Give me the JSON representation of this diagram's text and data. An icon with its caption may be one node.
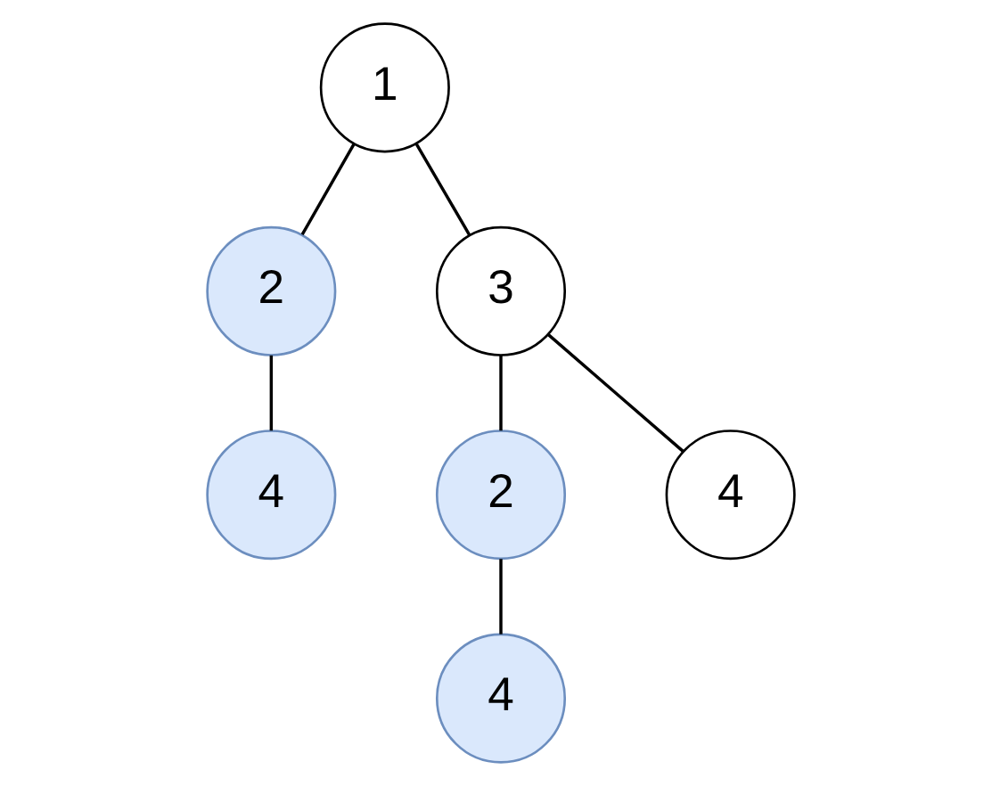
{
  "diagram": {
    "nodes": [
      {
        "text": [
          "1"
        ]
      },
      {
        "text": [
          "2"
        ]
      },
      {
        "text": [
          "3"
        ]
      },
      {
        "text": [
          "4"
        ]
      },
      {
        "text": [
          "2"
        ]
      },
      {
        "text": [
          "4"
        ]
      },
      {
        "text": [
          "4"
        ]
      }
    ],
    "edges": [
      {
        "from": 0,
        "to": 1,
        "arrow": "none"
      },
      {
        "from": 0,
        "to": 2,
        "arrow": "none"
      },
      {
        "from": 1,
        "to": 3,
        "arrow": "none"
      },
      {
        "from": 2,
        "to": 4,
        "arrow": "none"
      },
      {
        "from": 2,
        "to": 5,
        "arrow": "none"
      },
      {
        "from": 4,
        "to": 6,
        "arrow": "none"
      }
    ]
  }
}
